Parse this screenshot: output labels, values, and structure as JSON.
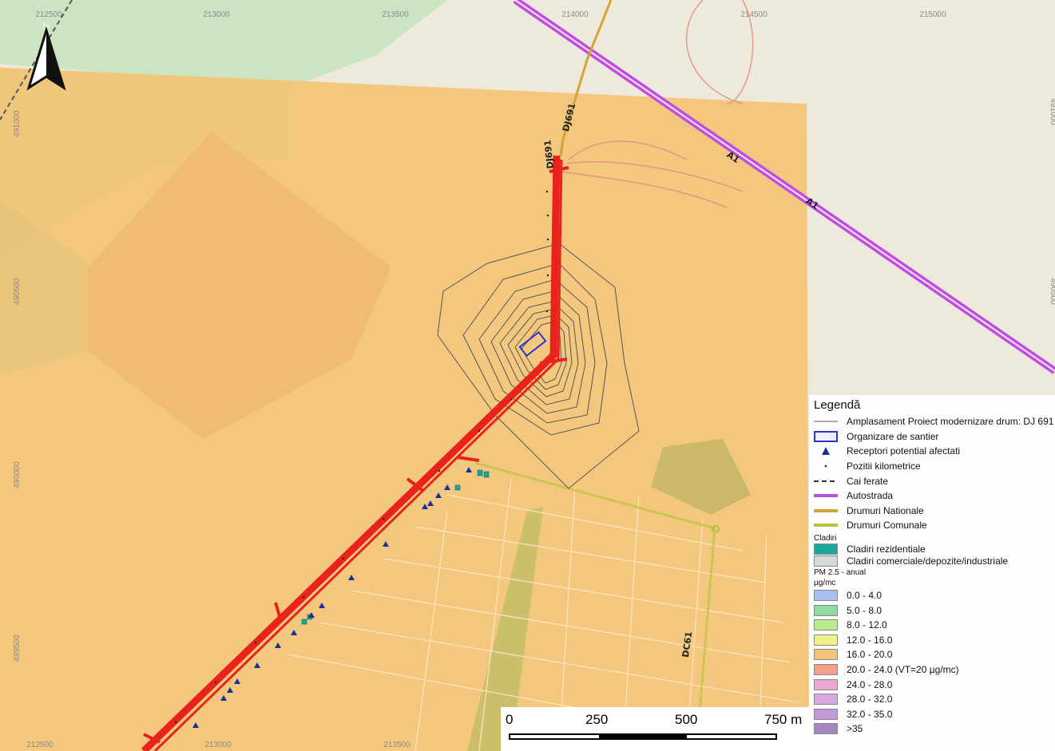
{
  "map": {
    "x_ticks": [
      "212500",
      "213000",
      "213500",
      "214000",
      "214500",
      "215000"
    ],
    "y_ticks": [
      "491000",
      "490500",
      "490000",
      "489500"
    ],
    "road_labels": {
      "dj_a": "DJ691",
      "dj_b": "DJ691",
      "a_a": "A1",
      "a_b": "A1",
      "dc": "DC61"
    },
    "north_letter": "N"
  },
  "legend": {
    "title": "Legendă",
    "items": [
      {
        "label": "Amplasament Proiect modernizare drum: DJ 691",
        "symbol": "thin-line"
      },
      {
        "label": "Organizare de santier",
        "symbol": "blue-rect"
      },
      {
        "label": "Receptori potential afectati",
        "symbol": "triangle"
      },
      {
        "label": "Pozitii kilometrice",
        "symbol": "dot"
      },
      {
        "label": "Cai ferate",
        "symbol": "dashed-line"
      },
      {
        "label": "Autostrada",
        "symbol": "purple-line"
      },
      {
        "label": "Drumuri Nationale",
        "symbol": "orange-line"
      },
      {
        "label": "Drumuri Comunale",
        "symbol": "green-line"
      }
    ],
    "buildings_heading": "Cladiri",
    "buildings": [
      {
        "label": "Cladiri rezidentiale",
        "color": "#1aa89c"
      },
      {
        "label": "Cladiri comerciale/depozite/industriale",
        "color": "#d4dcd8"
      }
    ],
    "pm_heading": "PM 2.5 - anual",
    "pm_unit": "µg/mc",
    "pm_classes": [
      {
        "label": "0.0 - 4.0",
        "color": "#a8bff0"
      },
      {
        "label": "5.0 - 8.0",
        "color": "#8fdca0"
      },
      {
        "label": "8.0 - 12.0",
        "color": "#b8ec8c"
      },
      {
        "label": "12.0 - 16.0",
        "color": "#eef08c"
      },
      {
        "label": "16.0 - 20.0",
        "color": "#f2c67a"
      },
      {
        "label": "20.0 - 24.0 (VT=20 µg/mc)",
        "color": "#f2a08c"
      },
      {
        "label": "24.0 - 28.0",
        "color": "#e8a8d0"
      },
      {
        "label": "28.0 - 32.0",
        "color": "#d6a8e4"
      },
      {
        "label": "32.0 - 35.0",
        "color": "#c29ad8"
      },
      {
        "label": ">35",
        "color": "#a886c2"
      }
    ]
  },
  "scalebar": {
    "labels": [
      "0",
      "250",
      "500",
      "750 m"
    ]
  },
  "colors": {
    "zone": "#f2c67a",
    "route": "#e8231c",
    "autostrada": "#c04fe0",
    "national": "#d4a23a",
    "comunal": "#b8c23c",
    "site": "#2b35c9",
    "receptor": "#1a2e9a"
  }
}
